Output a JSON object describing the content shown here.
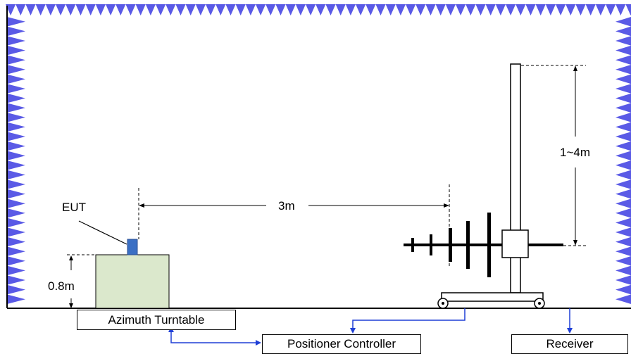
{
  "labels": {
    "eut": "EUT",
    "table_height": "0.8m",
    "distance": "3m",
    "antenna_height": "1~4m"
  },
  "boxes": {
    "turntable": "Azimuth Turntable",
    "positioner": "Positioner Controller",
    "receiver": "Receiver"
  },
  "colors": {
    "absorber": "#5a5ae6",
    "table_fill": "#dbe8cc",
    "eut_fill": "#3a6fc4",
    "link_blue": "#1f3fd6",
    "dashed": "#000000"
  }
}
